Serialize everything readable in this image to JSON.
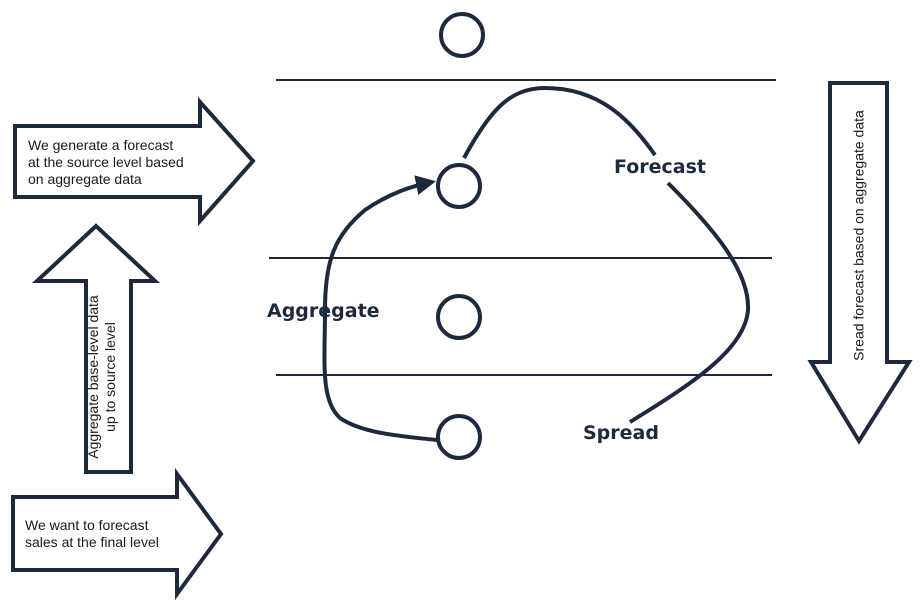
{
  "colors": {
    "stroke": "#1d2a3d",
    "background": "#ffffff",
    "text": "#1a1a1a"
  },
  "arrows": {
    "top_right": {
      "lines": [
        "We generate a forecast",
        "at the source level based",
        "on aggregate data"
      ]
    },
    "up": {
      "lines": [
        "Aggregate base-level data",
        "up to source level"
      ]
    },
    "bottom_right": {
      "lines": [
        "We want to forecast",
        "sales at the final level"
      ]
    },
    "down": {
      "lines": [
        "Sread forecast based on aggregate data"
      ]
    }
  },
  "flow_labels": {
    "forecast": "Forecast",
    "aggregate": "Aggregate",
    "spread": "Spread"
  }
}
